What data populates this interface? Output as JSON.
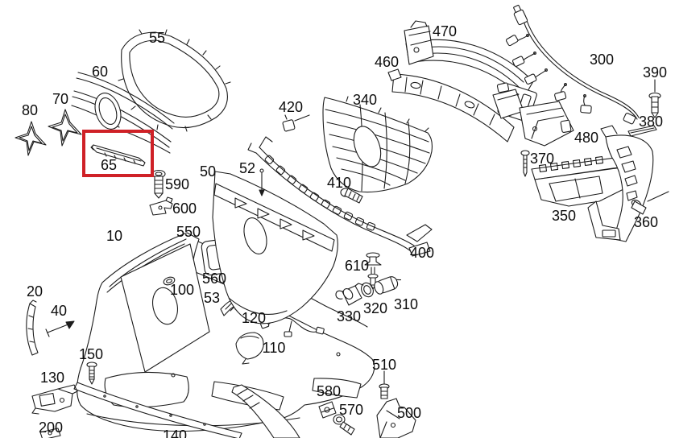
{
  "diagram": {
    "title": "Front bumper exploded parts diagram",
    "type": "exploded-view",
    "background_color": "#ffffff",
    "line_color": "#1c1c1c",
    "highlight": {
      "part_number": "65",
      "box_color": "#cf2127"
    }
  },
  "parts": {
    "p10": "10",
    "p20": "20",
    "p40": "40",
    "p50": "50",
    "p52": "52",
    "p53": "53",
    "p55": "55",
    "p60": "60",
    "p65": "65",
    "p70": "70",
    "p80": "80",
    "p100": "100",
    "p110": "110",
    "p120": "120",
    "p130": "130",
    "p140": "140",
    "p150": "150",
    "p200": "200",
    "p300": "300",
    "p310": "310",
    "p320": "320",
    "p330": "330",
    "p340": "340",
    "p350": "350",
    "p360": "360",
    "p370": "370",
    "p380": "380",
    "p390": "390",
    "p400": "400",
    "p410": "410",
    "p420": "420",
    "p460": "460",
    "p470": "470",
    "p480": "480",
    "p500": "500",
    "p510": "510",
    "p550": "550",
    "p560": "560",
    "p570": "570",
    "p580": "580",
    "p590": "590",
    "p600": "600",
    "p610": "610"
  }
}
